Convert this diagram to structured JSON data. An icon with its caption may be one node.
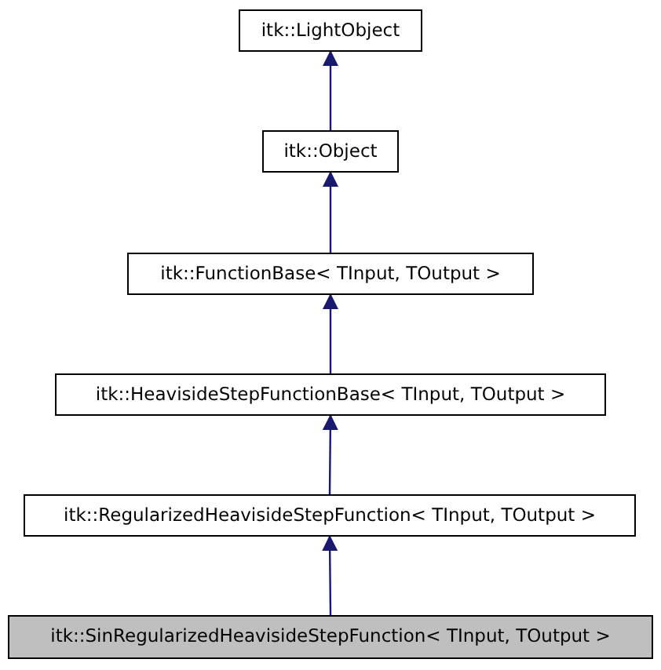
{
  "diagram": {
    "nodes": [
      {
        "text": [
          "itk::LightObject"
        ]
      },
      {
        "text": [
          "itk::Object"
        ]
      },
      {
        "text": [
          "itk::FunctionBase< TInput, TOutput >"
        ]
      },
      {
        "text": [
          "itk::HeavisideStepFunctionBase< TInput, TOutput >"
        ]
      },
      {
        "text": [
          "itk::RegularizedHeavisideStepFunction< TInput, TOutput >"
        ]
      },
      {
        "text": [
          "itk::SinRegularizedHeavisideStepFunction< TInput, TOutput >"
        ]
      }
    ],
    "edges": [
      {
        "from": 1,
        "to": 0,
        "arrow": "to"
      },
      {
        "from": 2,
        "to": 1,
        "arrow": "to"
      },
      {
        "from": 3,
        "to": 2,
        "arrow": "to"
      },
      {
        "from": 4,
        "to": 3,
        "arrow": "to"
      },
      {
        "from": 5,
        "to": 4,
        "arrow": "to"
      }
    ]
  }
}
